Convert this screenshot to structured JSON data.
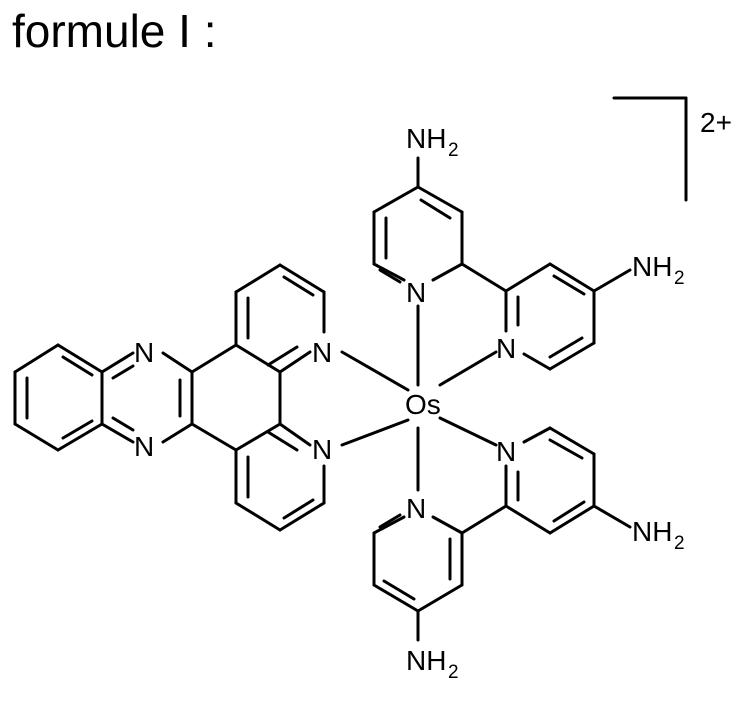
{
  "title": "formule I :",
  "charge": "2+",
  "atoms": {
    "N": "N",
    "Os": "Os",
    "NH": "NH",
    "sub2": "2"
  }
}
